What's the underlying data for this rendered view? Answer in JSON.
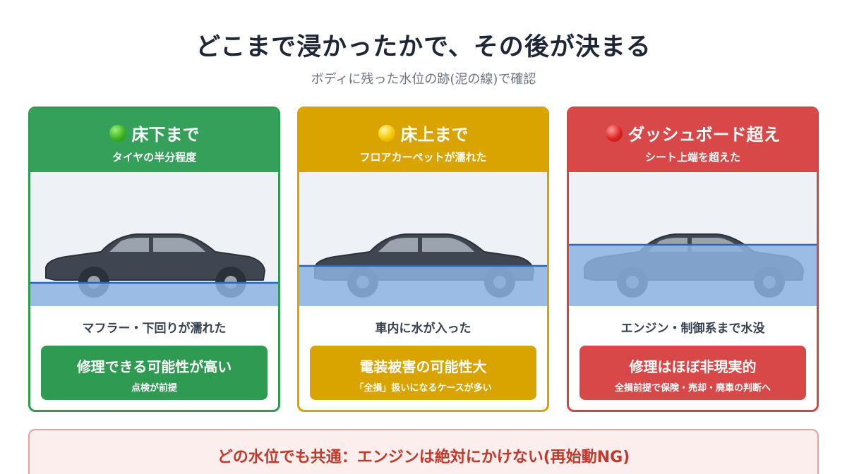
{
  "header": {
    "title": "どこまで浸かったかで、その後が決まる",
    "subtitle": "ボディに残った水位の跡(泥の線)で確認"
  },
  "cards": [
    {
      "indicator_icon": "green-circle-icon",
      "indicator_color": "#3cb521",
      "accent_color": "#34a05a",
      "title": "床下まで",
      "subtitle": "タイヤの半分程度",
      "water_level": "tire-half",
      "description": "マフラー・下回りが濡れた",
      "verdict_title": "修理できる可能性が高い",
      "verdict_note": "点検が前提"
    },
    {
      "indicator_icon": "yellow-circle-icon",
      "indicator_color": "#f5c800",
      "accent_color": "#d9a300",
      "title": "床上まで",
      "subtitle": "フロアカーペットが濡れた",
      "water_level": "floor",
      "description": "車内に水が入った",
      "verdict_title": "電装被害の可能性大",
      "verdict_note": "「全損」扱いになるケースが多い"
    },
    {
      "indicator_icon": "red-circle-icon",
      "indicator_color": "#e02424",
      "accent_color": "#d94848",
      "title": "ダッシュボード超え",
      "subtitle": "シート上端を超えた",
      "water_level": "dashboard",
      "description": "エンジン・制御系まで水没",
      "verdict_title": "修理はほぼ非現実的",
      "verdict_note": "全損前提で保険・売却・廃車の判断へ"
    }
  ],
  "notice": {
    "text": "どの水位でも共通：エンジンは絶対にかけない(再始動NG)"
  },
  "colors": {
    "water": "#8cb3e0",
    "water_line": "#2f66b0",
    "car_body": "#3f4652",
    "notice_text": "#c0392b"
  }
}
